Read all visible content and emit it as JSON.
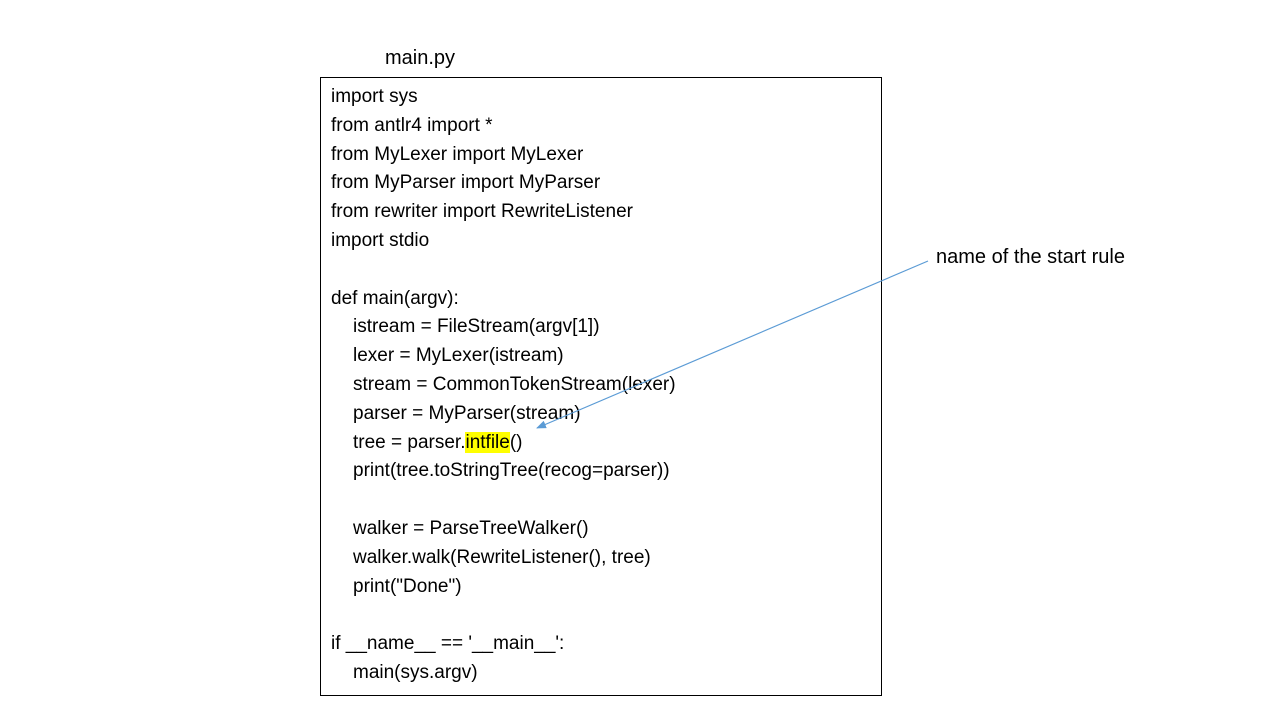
{
  "file_title": "main.py",
  "annotation": "name of the start rule",
  "arrow_color": "#5b9bd5",
  "highlight_color": "#ffff00",
  "code": [
    {
      "text": "import sys",
      "indent": false
    },
    {
      "text": "from antlr4 import *",
      "indent": false
    },
    {
      "text": "from MyLexer import MyLexer",
      "indent": false
    },
    {
      "text": "from MyParser import MyParser",
      "indent": false
    },
    {
      "text": "from rewriter import RewriteListener",
      "indent": false
    },
    {
      "text": "import stdio",
      "indent": false
    },
    {
      "text": "",
      "indent": false
    },
    {
      "text": "def main(argv):",
      "indent": false
    },
    {
      "text": "istream = FileStream(argv[1])",
      "indent": true
    },
    {
      "text": "lexer = MyLexer(istream)",
      "indent": true
    },
    {
      "text": "stream = CommonTokenStream(lexer)",
      "indent": true
    },
    {
      "text": "parser = MyParser(stream)",
      "indent": true
    },
    {
      "text": "tree = parser.intfile()",
      "indent": true,
      "before": "tree = parser.",
      "highlight": "intfile",
      "after": "()"
    },
    {
      "text": "print(tree.toStringTree(recog=parser))",
      "indent": true
    },
    {
      "text": "",
      "indent": false
    },
    {
      "text": "walker = ParseTreeWalker()",
      "indent": true
    },
    {
      "text": "walker.walk(RewriteListener(), tree)",
      "indent": true
    },
    {
      "text": "print(\"Done\")",
      "indent": true
    },
    {
      "text": "",
      "indent": false
    },
    {
      "text": "if __name__ == '__main__':",
      "indent": false
    },
    {
      "text": "main(sys.argv)",
      "indent": true
    }
  ]
}
